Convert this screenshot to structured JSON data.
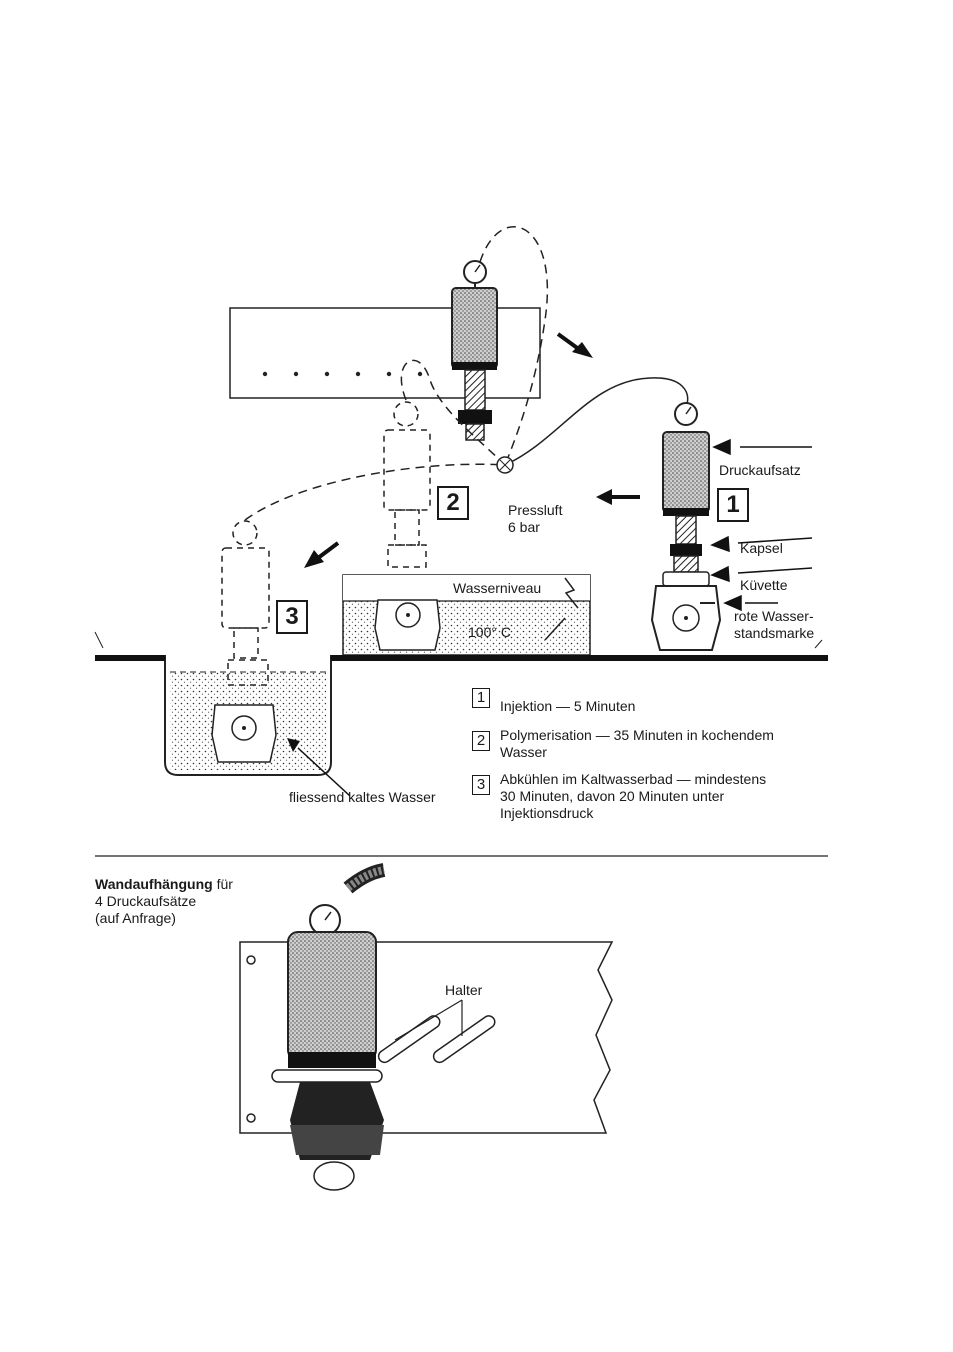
{
  "labels": {
    "druckaufsatz": "Druckaufsatz",
    "kapsel": "Kapsel",
    "kuevette": "Küvette",
    "rote_marke_1": "rote Wasser-",
    "rote_marke_2": "standsmarke",
    "pressluft_1": "Pressluft",
    "pressluft_2": "6 bar",
    "wasserniveau": "Wasserniveau",
    "temperatur": "100° C",
    "kaltwasser": "fliessend kaltes Wasser",
    "halter": "Halter"
  },
  "stations": [
    "1",
    "2",
    "3"
  ],
  "legend": [
    {
      "num": "1",
      "lines": [
        "Injektion — 5 Minuten"
      ]
    },
    {
      "num": "2",
      "lines": [
        "Polymerisation — 35 Minuten in kochendem",
        "Wasser"
      ]
    },
    {
      "num": "3",
      "lines": [
        "Abkühlen im Kaltwasserbad — mindestens",
        "30 Minuten, davon 20 Minuten unter",
        "Injektionsdruck"
      ]
    }
  ],
  "wall_mount": {
    "title_bold": "Wandaufhängung",
    "title_rest": " für",
    "line2": "4 Druckaufsätze",
    "line3": "(auf Anfrage)"
  }
}
